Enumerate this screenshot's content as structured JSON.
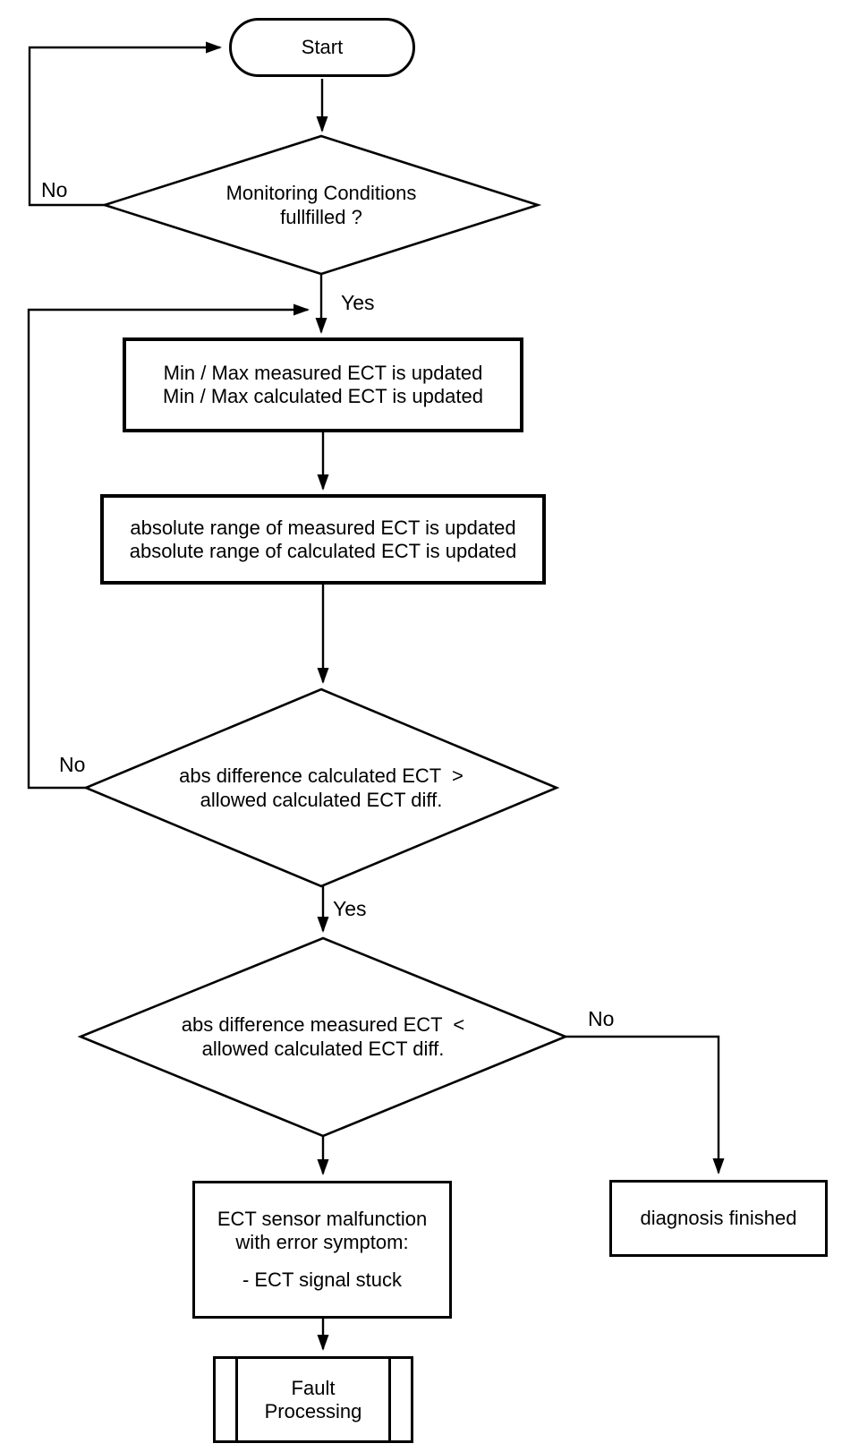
{
  "colors": {
    "ink": "#000000",
    "background": "#ffffff"
  },
  "nodes": {
    "start": {
      "type": "terminator",
      "label": "Start"
    },
    "decision_monitoring": {
      "type": "decision",
      "lines": [
        "Monitoring Conditions",
        "fullfilled ?"
      ]
    },
    "process_minmax": {
      "type": "process",
      "lines": [
        "Min / Max measured ECT is updated",
        "Min / Max calculated ECT is updated"
      ]
    },
    "process_absrange": {
      "type": "process",
      "lines": [
        "absolute range of measured ECT is updated",
        "absolute range of calculated ECT is updated"
      ]
    },
    "decision_calc_diff": {
      "type": "decision",
      "lines": [
        "abs difference calculated ECT  >",
        "allowed calculated ECT diff."
      ]
    },
    "decision_meas_diff": {
      "type": "decision",
      "lines": [
        "abs difference measured ECT  <",
        "allowed calculated ECT diff."
      ]
    },
    "process_malfunction": {
      "type": "process",
      "lines": [
        "ECT sensor malfunction",
        "with error symptom:",
        "- ECT signal stuck"
      ]
    },
    "process_diagnosis_finished": {
      "type": "process",
      "label": "diagnosis finished"
    },
    "fault_processing": {
      "type": "predefined-process",
      "lines": [
        "Fault",
        "Processing"
      ]
    }
  },
  "edge_labels": {
    "no_monitoring": "No",
    "yes_monitoring": "Yes",
    "no_calc_diff": "No",
    "yes_calc_diff": "Yes",
    "no_meas_diff": "No"
  }
}
